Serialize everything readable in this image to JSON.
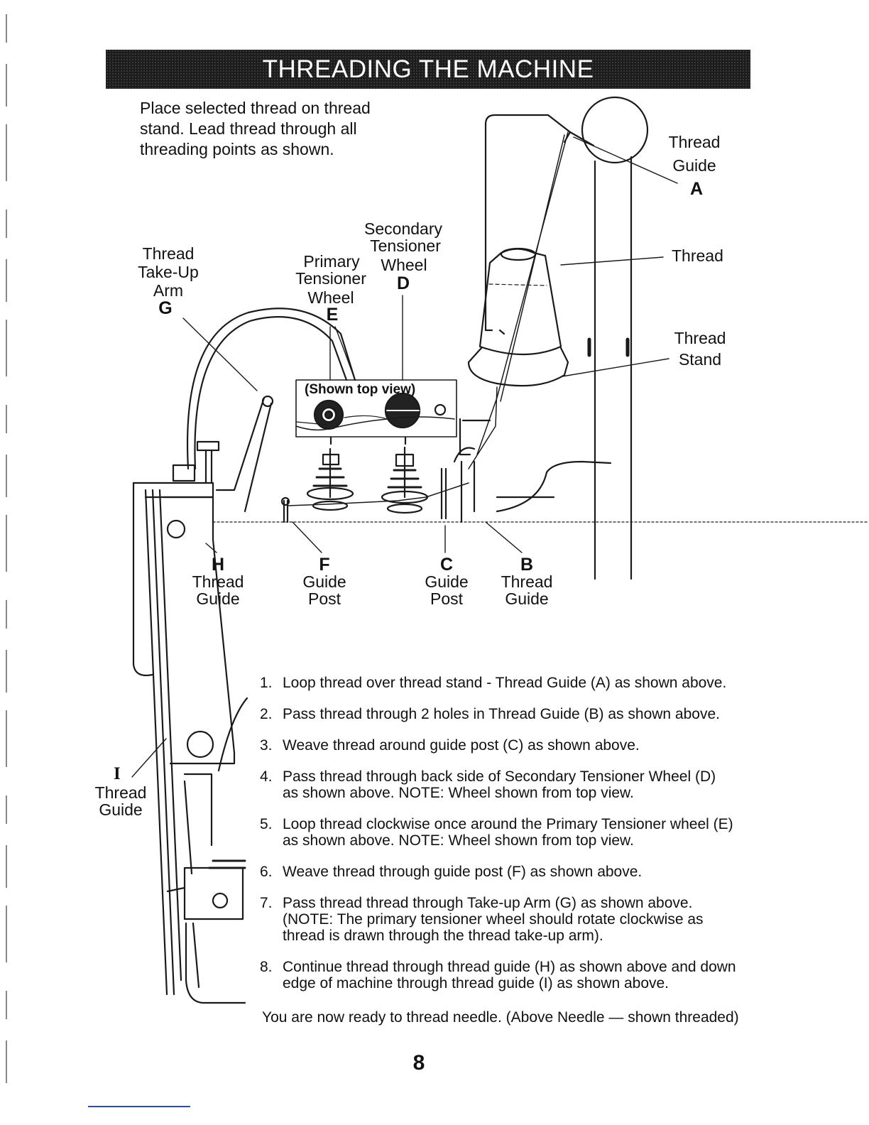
{
  "header": {
    "title": "THREADING THE MACHINE"
  },
  "intro": {
    "line1": "Place selected thread on thread",
    "line2": "stand.  Lead thread through all",
    "line3": "threading points as shown."
  },
  "labels": {
    "a": {
      "line1": "Thread",
      "line2": "Guide",
      "letter": "A"
    },
    "thread": "Thread",
    "stand": {
      "line1": "Thread",
      "line2": "Stand"
    },
    "d": {
      "line1": "Secondary",
      "line2": "Tensioner",
      "line3": "Wheel",
      "letter": "D"
    },
    "e": {
      "line1": "Primary",
      "line2": "Tensioner",
      "line3": "Wheel",
      "letter": "E"
    },
    "g": {
      "line1": "Thread",
      "line2": "Take-Up",
      "line3": "Arm",
      "letter": "G"
    },
    "top_view": "(Shown top view)",
    "h": {
      "letter": "H",
      "line1": "Thread",
      "line2": "Guide"
    },
    "f": {
      "letter": "F",
      "line1": "Guide",
      "line2": "Post"
    },
    "c": {
      "letter": "C",
      "line1": "Guide",
      "line2": "Post"
    },
    "b": {
      "letter": "B",
      "line1": "Thread",
      "line2": "Guide"
    },
    "i": {
      "letter": "I",
      "line1": "Thread",
      "line2": "Guide"
    }
  },
  "steps": [
    {
      "num": "1.",
      "text": "Loop thread over thread stand - Thread Guide (A) as shown above."
    },
    {
      "num": "2.",
      "text": "Pass thread through 2 holes in Thread Guide (B) as shown above."
    },
    {
      "num": "3.",
      "text": "Weave thread  around guide post  (C) as shown above."
    },
    {
      "num": "4.",
      "text": "Pass thread through back side of Secondary Tensioner Wheel (D)",
      "text2": "as shown above. NOTE:  Wheel shown from top view."
    },
    {
      "num": "5.",
      "text": "Loop thread clockwise once around the Primary Tensioner wheel (E)",
      "text2": "as shown above. NOTE:  Wheel shown from top view."
    },
    {
      "num": "6.",
      "text": "Weave thread through guide post (F) as shown above."
    },
    {
      "num": "7.",
      "text": "Pass thread  thread through Take-up Arm (G) as shown above.",
      "text2": "(NOTE:  The primary tensioner wheel  should rotate clockwise as",
      "text3": "thread  is drawn through the thread take-up arm)."
    },
    {
      "num": "8.",
      "text": "Continue thread through thread guide  (H) as shown above and down",
      "text2": "edge of  machine through thread guide (I) as shown above."
    }
  ],
  "footer_note": "You are now ready to thread needle. (Above Needle — shown threaded)",
  "page_number": "8"
}
